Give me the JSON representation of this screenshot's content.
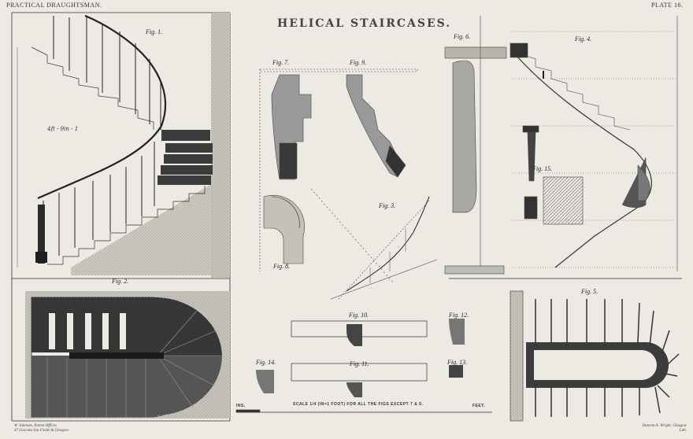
{
  "header": {
    "left": "PRACTICAL DRAUGHTSMAN.",
    "right": "PLATE 16."
  },
  "title": "HELICAL STAIRCASES.",
  "figures": {
    "fig1": "Fig. 1.",
    "fig2": "Fig. 2.",
    "fig3": "Fig. 3.",
    "fig4": "Fig. 4.",
    "fig5": "Fig. 5.",
    "fig6": "Fig. 6.",
    "fig7": "Fig. 7.",
    "fig8": "Fig. 8.",
    "fig9": "Fig. 9.",
    "fig10": "Fig. 10.",
    "fig11": "Fig. 11.",
    "fig12": "Fig. 12.",
    "fig13": "Fig. 13.",
    "fig14": "Fig. 14.",
    "fig15": "Fig. 15."
  },
  "scale": {
    "text": "SCALE 1/4 (IN=1 FOOT) FOR ALL THE FIGS EXCEPT 7 & 9.",
    "left_unit": "INS.",
    "right_unit": "FEET."
  },
  "footer": {
    "left_line1": "W. Johnson, Patent Offices",
    "left_line2": "47 Lincolns Inn Fields & Glasgow",
    "right_line1": "Duncan A. Wright, Glasgow",
    "right_line2": "Lith."
  },
  "colors": {
    "paper": "#eceae2",
    "ink": "#2a2a2a",
    "hatch": "#555555"
  }
}
